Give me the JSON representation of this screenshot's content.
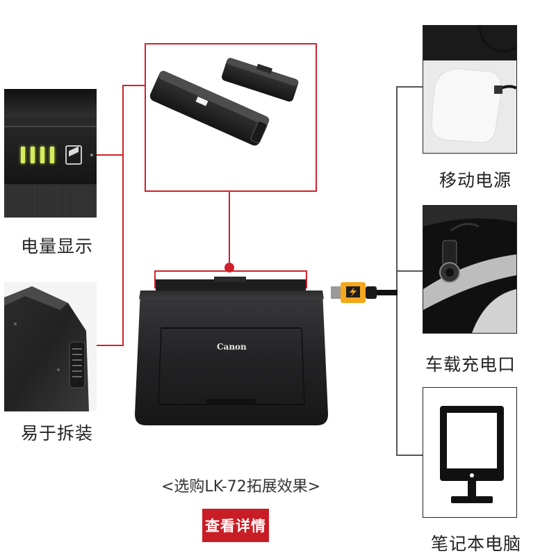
{
  "captions": {
    "battery_display": "电量显示",
    "easy_removal": "易于拆装",
    "mobile_power": "移动电源",
    "car_charger": "车载充电口",
    "laptop": "笔记本电脑"
  },
  "printer": {
    "brand": "Canon"
  },
  "note": "<选购LK-72拓展效果>",
  "button": {
    "label": "查看详情"
  },
  "colors": {
    "accent_red": "#d0202a",
    "button_red": "#c81d25",
    "usb_orange": "#f4a81d"
  }
}
